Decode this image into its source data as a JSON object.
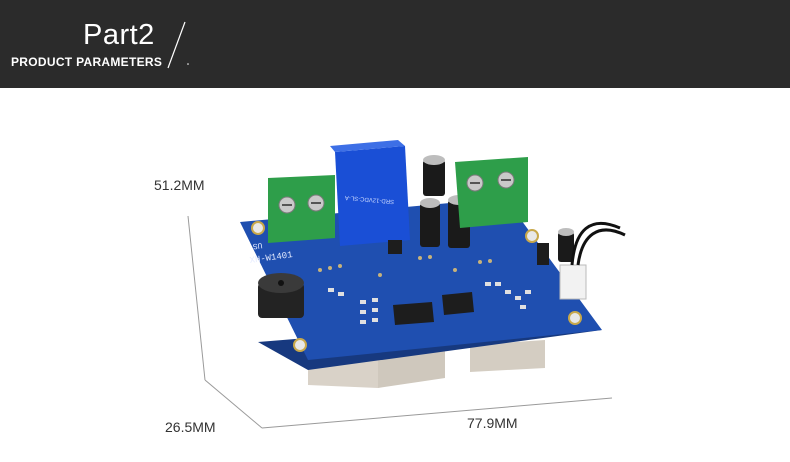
{
  "header": {
    "title": "Part2",
    "subtitle": "PRODUCT PARAMETERS"
  },
  "dimensions": {
    "height": "51.2MM",
    "depth": "26.5MM",
    "width": "77.9MM"
  },
  "board": {
    "model_silkscreen": "XH-W1401",
    "relay_label": "SRD-12VDC-SL-A",
    "terminal_label": "US",
    "pcb_color": "#1f4fb0",
    "terminal_color": "#2e9e4a",
    "relay_color": "#1a4fd6"
  }
}
